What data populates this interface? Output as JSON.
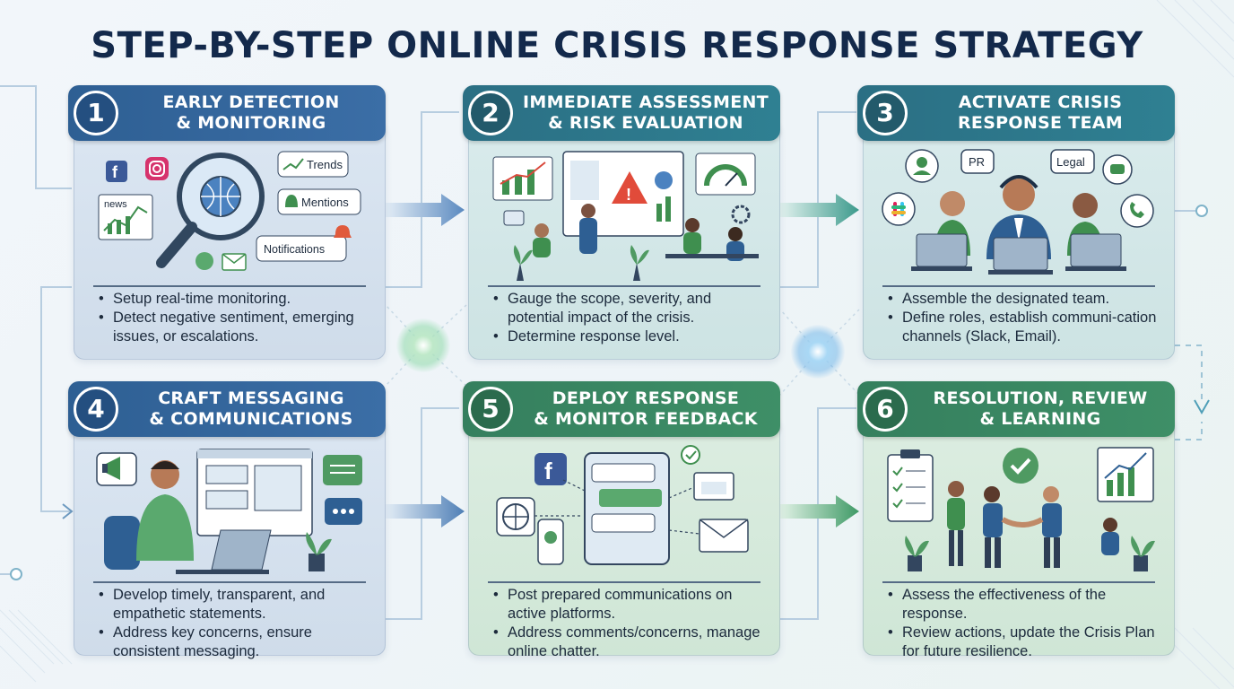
{
  "title": "STEP-BY-STEP ONLINE CRISIS RESPONSE STRATEGY",
  "steps": [
    {
      "number": "1",
      "title_line1": "EARLY DETECTION",
      "title_line2": "& MONITORING",
      "labels": [
        "news",
        "Trends",
        "Mentions",
        "Notifications"
      ],
      "bullets": [
        "Setup real-time monitoring.",
        "Detect negative sentiment, emerging issues, or escalations."
      ]
    },
    {
      "number": "2",
      "title_line1": "IMMEDIATE ASSESSMENT",
      "title_line2": "& RISK EVALUATION",
      "bullets": [
        "Gauge the scope, severity, and potential impact of the crisis.",
        "Determine response level."
      ]
    },
    {
      "number": "3",
      "title_line1": "ACTIVATE CRISIS",
      "title_line2": "RESPONSE TEAM",
      "labels": [
        "PR",
        "Legal"
      ],
      "bullets": [
        "Assemble the designated team.",
        "Define roles, establish communi-cation channels (Slack, Email)."
      ]
    },
    {
      "number": "4",
      "title_line1": "CRAFT MESSAGING",
      "title_line2": "& COMMUNICATIONS",
      "bullets": [
        "Develop timely, transparent, and empathetic statements.",
        "Address key concerns, ensure consistent messaging."
      ]
    },
    {
      "number": "5",
      "title_line1": "DEPLOY RESPONSE",
      "title_line2": "& MONITOR FEEDBACK",
      "bullets": [
        "Post prepared communications on active platforms.",
        "Address comments/concerns, manage online chatter."
      ]
    },
    {
      "number": "6",
      "title_line1": "RESOLUTION, REVIEW",
      "title_line2": "& LEARNING",
      "bullets": [
        "Assess the effectiveness of the response.",
        "Review actions, update the Crisis Plan for future resilience."
      ]
    }
  ],
  "colors": {
    "blue": "#2e5f93",
    "teal": "#2b6f84",
    "green": "#357f5e",
    "title": "#13294b"
  }
}
